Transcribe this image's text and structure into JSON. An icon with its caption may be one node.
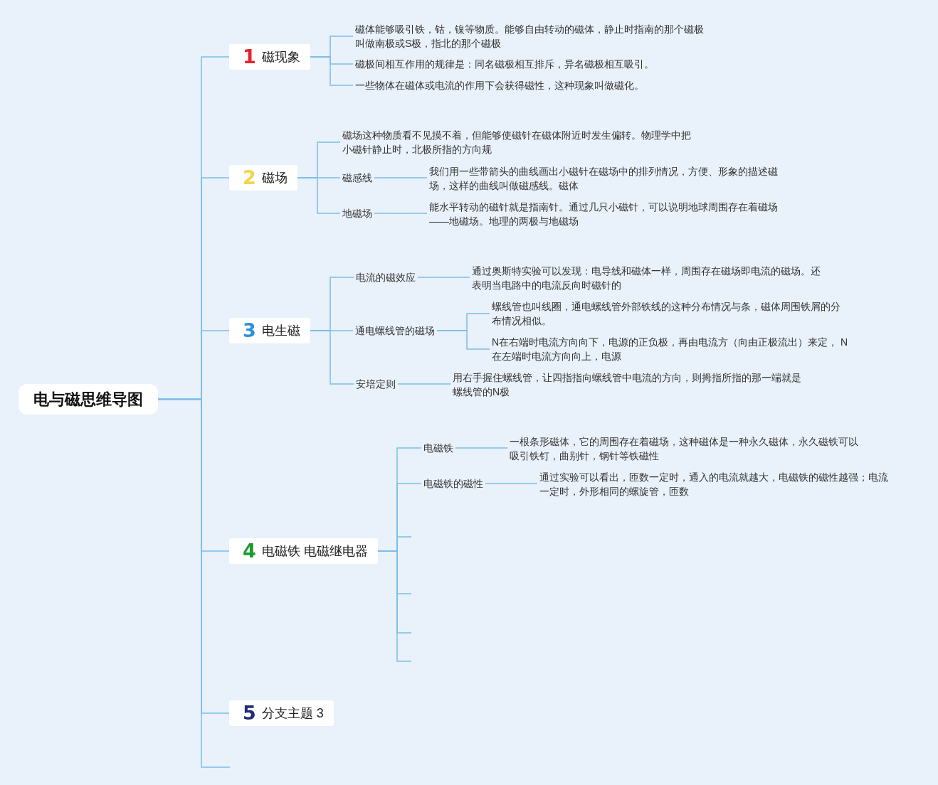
{
  "diagram": {
    "nodes": [
      {
        "text": [
          "电与磁思维导图"
        ]
      },
      {
        "text": [
          "1",
          "磁现象"
        ]
      },
      {
        "text": [
          "磁体能够吸引铁，钴，镍等物质。能够自由转动的磁体，静止时指南的那个磁极叫做南极或S极，指北的那个磁极"
        ]
      },
      {
        "text": [
          "磁极间相互作用的规律是：同名磁极相互排斥，异名磁极相互吸引。"
        ]
      },
      {
        "text": [
          "一些物体在磁体或电流的作用下会获得磁性，这种现象叫做磁化。"
        ]
      },
      {
        "text": [
          "2",
          "磁场"
        ]
      },
      {
        "text": [
          "磁场这种物质看不见摸不着，但能够使磁针在磁体附近时发生偏转。物理学中把小磁针静止时，北极所指的方向规"
        ]
      },
      {
        "text": [
          "磁感线"
        ]
      },
      {
        "text": [
          "我们用一些带箭头的曲线画出小磁针在磁场中的排列情况，方便、形象的描述磁场，这样的曲线叫做磁感线。磁体"
        ]
      },
      {
        "text": [
          "地磁场"
        ]
      },
      {
        "text": [
          "能水平转动的磁针就是指南针。通过几只小磁针，可以说明地球周围存在着磁场——地磁场。地理的两极与地磁场"
        ]
      },
      {
        "text": [
          "3",
          "电生磁"
        ]
      },
      {
        "text": [
          "电流的磁效应"
        ]
      },
      {
        "text": [
          "通过奥斯特实验可以发现：电导线和磁体一样，周围存在磁场即电流的磁场。还表明当电路中的电流反向时磁针的"
        ]
      },
      {
        "text": [
          "通电螺线管的磁场"
        ]
      },
      {
        "text": [
          "螺线管也叫线圈，通电螺线管外部铁线的这种分布情况与条，磁体周围铁屑的分布情况相似。"
        ]
      },
      {
        "text": [
          "N在右端时电流方向向下，电源的正负极，再由电流方（向由正极流出）来定， N在左端时电流方向向上，电源"
        ]
      },
      {
        "text": [
          "安培定则"
        ]
      },
      {
        "text": [
          "用右手握住螺线管，让四指指向螺线管中电流的方向，则拇指所指的那一端就是螺线管的N极"
        ]
      },
      {
        "text": [
          "4",
          "电磁铁 电磁继电器"
        ]
      },
      {
        "text": [
          "电磁铁"
        ]
      },
      {
        "text": [
          "一根条形磁体，它的周围存在着磁场，这种磁体是一种永久磁体，永久磁铁可以吸引铁钉，曲别针，钢针等铁磁性"
        ]
      },
      {
        "text": [
          "电磁铁的磁性"
        ]
      },
      {
        "text": [
          "通过实验可以看出，匝数一定时，通入的电流就越大，电磁铁的磁性越强；电流一定时，外形相同的螺旋管，匝数"
        ]
      },
      {
        "text": [
          "5",
          "分支主题 3"
        ]
      }
    ],
    "edges": [
      {
        "from": 0,
        "to": 1,
        "arrow": "none"
      },
      {
        "from": 0,
        "to": 5,
        "arrow": "none"
      },
      {
        "from": 0,
        "to": 11,
        "arrow": "none"
      },
      {
        "from": 0,
        "to": 19,
        "arrow": "none"
      },
      {
        "from": 0,
        "to": 24,
        "arrow": "none"
      },
      {
        "from": 0,
        "to": null,
        "arrow": "none"
      },
      {
        "from": 1,
        "to": 2,
        "arrow": "none"
      },
      {
        "from": 1,
        "to": 3,
        "arrow": "none"
      },
      {
        "from": 1,
        "to": 4,
        "arrow": "none"
      },
      {
        "from": 5,
        "to": 6,
        "arrow": "none"
      },
      {
        "from": 5,
        "to": 7,
        "arrow": "none"
      },
      {
        "from": 5,
        "to": 9,
        "arrow": "none"
      },
      {
        "from": 7,
        "to": 8,
        "arrow": "none"
      },
      {
        "from": 9,
        "to": 10,
        "arrow": "none"
      },
      {
        "from": 11,
        "to": 12,
        "arrow": "none"
      },
      {
        "from": 11,
        "to": 14,
        "arrow": "none"
      },
      {
        "from": 11,
        "to": 17,
        "arrow": "none"
      },
      {
        "from": 12,
        "to": 13,
        "arrow": "none"
      },
      {
        "from": 14,
        "to": 15,
        "arrow": "none"
      },
      {
        "from": 14,
        "to": 16,
        "arrow": "none"
      },
      {
        "from": 17,
        "to": 18,
        "arrow": "none"
      },
      {
        "from": 19,
        "to": 20,
        "arrow": "none"
      },
      {
        "from": 19,
        "to": 22,
        "arrow": "none"
      },
      {
        "from": 19,
        "to": null,
        "arrow": "none"
      },
      {
        "from": 19,
        "to": null,
        "arrow": "none"
      },
      {
        "from": 19,
        "to": null,
        "arrow": "none"
      },
      {
        "from": 19,
        "to": null,
        "arrow": "none"
      },
      {
        "from": 20,
        "to": 21,
        "arrow": "none"
      },
      {
        "from": 22,
        "to": 23,
        "arrow": "none"
      }
    ]
  }
}
